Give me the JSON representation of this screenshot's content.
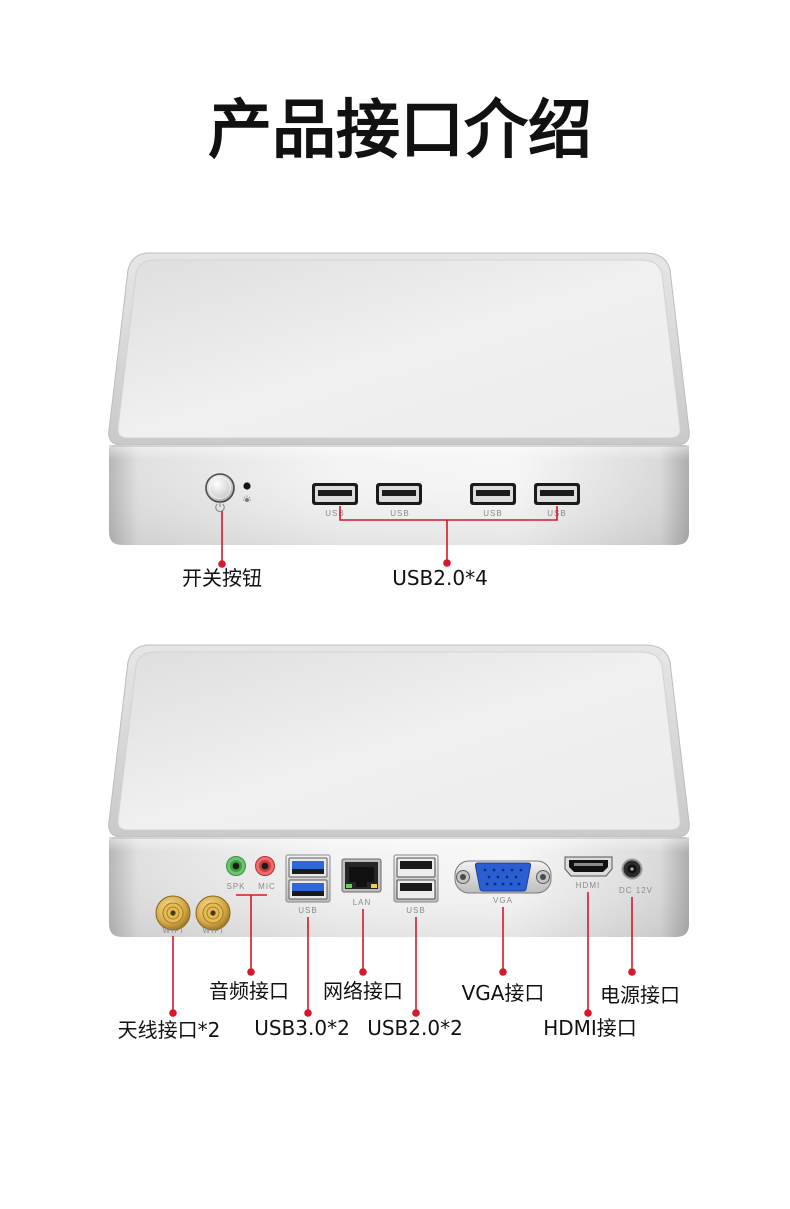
{
  "title": "产品接口介绍",
  "front": {
    "ports": [
      {
        "label": "USB"
      },
      {
        "label": "USB"
      },
      {
        "label": "USB"
      },
      {
        "label": "USB"
      }
    ],
    "callouts": {
      "power": "开关按钮",
      "usb": "USB2.0*4"
    }
  },
  "back": {
    "ports": {
      "spk": "SPK",
      "mic": "MIC",
      "usb3": "USB",
      "lan": "LAN",
      "usb2": "USB",
      "vga": "VGA",
      "hdmi": "HDMI",
      "dc": "DC 12V",
      "wifi": [
        "WIFI",
        "WIFI"
      ]
    },
    "callouts": {
      "audio": "音频接口",
      "network": "网络接口",
      "vga": "VGA接口",
      "power": "电源接口",
      "antenna": "天线接口*2",
      "usb3": "USB3.0*2",
      "usb2": "USB2.0*2",
      "hdmi": "HDMI接口"
    }
  },
  "icons": {
    "power_button": "power-icon",
    "indicator": "led-indicator-icon",
    "antenna": "sma-antenna-connector-icon"
  },
  "colors": {
    "callout_line": "#d7182a",
    "text": "#111111",
    "device_silver": "#e6e6e6",
    "usb3_blue": "#2e68d8",
    "vga_blue": "#2a5fd3",
    "audio_green": "#49b24f",
    "audio_red": "#e05252",
    "antenna_gold": "#d4a845"
  }
}
